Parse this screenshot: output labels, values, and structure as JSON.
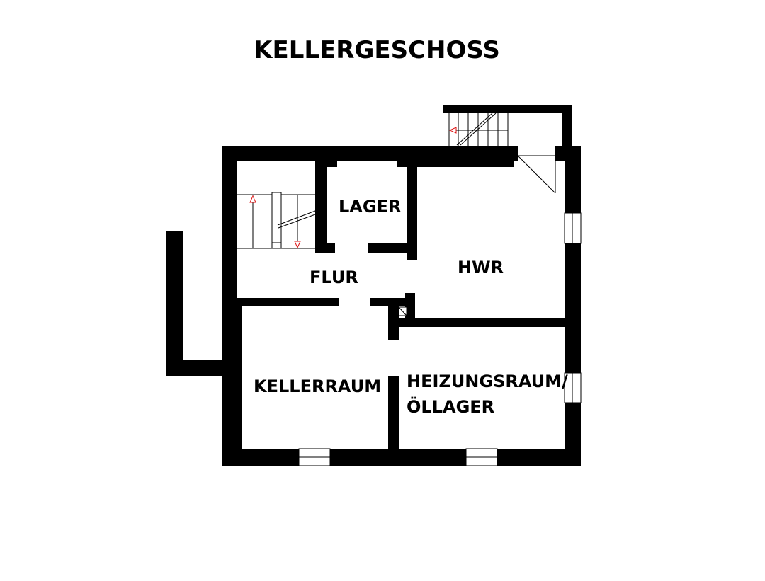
{
  "plan": {
    "title": "KELLERGESCHOSS",
    "rooms": {
      "lager": "LAGER",
      "hwr": "HWR",
      "flur": "FLUR",
      "kellerraum": "KELLERRAUM",
      "heizungsraum_line1": "HEIZUNGSRAUM/",
      "heizungsraum_line2": "ÖLLAGER"
    },
    "symbols": {
      "staircase": "stair-icon",
      "stair_arrow": "arrow-icon",
      "door_swing": "door-swing-icon",
      "window": "window-icon"
    }
  }
}
